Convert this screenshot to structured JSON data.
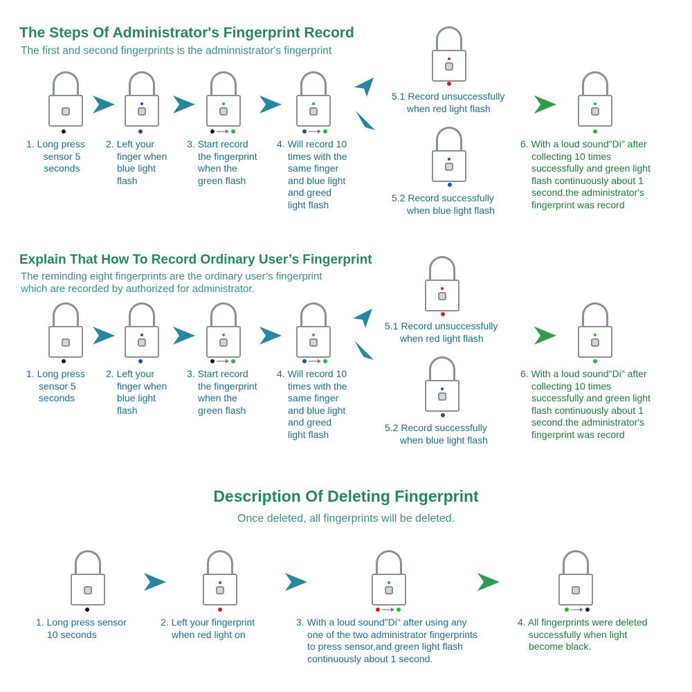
{
  "colors": {
    "title": "#27875f",
    "subtitle": "#3a8f8a",
    "caption_teal": "#1c6f8c",
    "caption_green": "#1f7a3a",
    "arrow_teal": "#27879f",
    "arrow_green": "#2e9b4f",
    "led_black": "#111111",
    "led_blue": "#1f4ea3",
    "led_green": "#22bb33",
    "led_red": "#d81e1e",
    "lock_gray": "#8c8f93"
  },
  "admin": {
    "title": "The Steps Of Administrator's Fingerprint Record",
    "subtitle": "The first and second fingerprints is the adminnistrator's fingerprint",
    "step1": [
      "1. Long press",
      "sensor 5",
      "seconds"
    ],
    "step2": [
      "2. Left your",
      "finger when",
      "blue light",
      "flash"
    ],
    "step3": [
      "3. Start record",
      "the fingerprint",
      "when the",
      "green flash"
    ],
    "step4": [
      "4. Will record 10",
      "times with the",
      "same finger",
      "and blue light",
      "and greed",
      "light flash"
    ],
    "step51": [
      "5.1 Record unsuccessfully",
      "when red light flash"
    ],
    "step52": [
      "5.2 Record successfully",
      "when blue light flash"
    ],
    "step6": [
      "6. With a loud sound\"Di\" after",
      "collecting 10 times",
      "successfully and green light",
      "flash continuously about 1",
      "second.the administrator's",
      "fingerprint was record"
    ]
  },
  "user": {
    "title": "Explain That How To Record Ordinary User’s Fingerprint",
    "subtitle1": "The reminding eight fingerprints are the ordinary user’s fingerprint",
    "subtitle2": "which are recorded by authorized for administrator.",
    "step1": [
      "1. Long press",
      "sensor 5",
      "seconds"
    ],
    "step2": [
      "2. Left your",
      "finger when",
      "blue light",
      "flash"
    ],
    "step3": [
      "3. Start record",
      "the fingerprint",
      "when the",
      "green flash"
    ],
    "step4": [
      "4. Will record 10",
      "times with the",
      "same finger",
      "and blue light",
      "and greed",
      "light flash"
    ],
    "step51": [
      "5.1 Record unsuccessfully",
      "when red light flash"
    ],
    "step52": [
      "5.2 Record successfully",
      "when blue light flash"
    ],
    "step6": [
      "6. With a loud sound\"Di\" after",
      "collecting 10 times",
      "successfully and green light",
      "flash continuously about 1",
      "second.the administrator's",
      "fingerprint was record"
    ]
  },
  "del": {
    "title": "Description Of Deleting Fingerprint",
    "subtitle": "Once deleted, all fingerprints will be deleted.",
    "step1": [
      "1. Long press sensor",
      "10 seconds"
    ],
    "step2": [
      "2. Left your fingerprint",
      "when red light on"
    ],
    "step3": [
      "3. With a loud sound\"Di\" after using any",
      "one of the two administrator fingerprints",
      "to press sensor,and green light flash",
      "continuously about 1 second."
    ],
    "step4": [
      "4. All fingerprints were deleted",
      "successfully when light",
      "become black."
    ]
  }
}
